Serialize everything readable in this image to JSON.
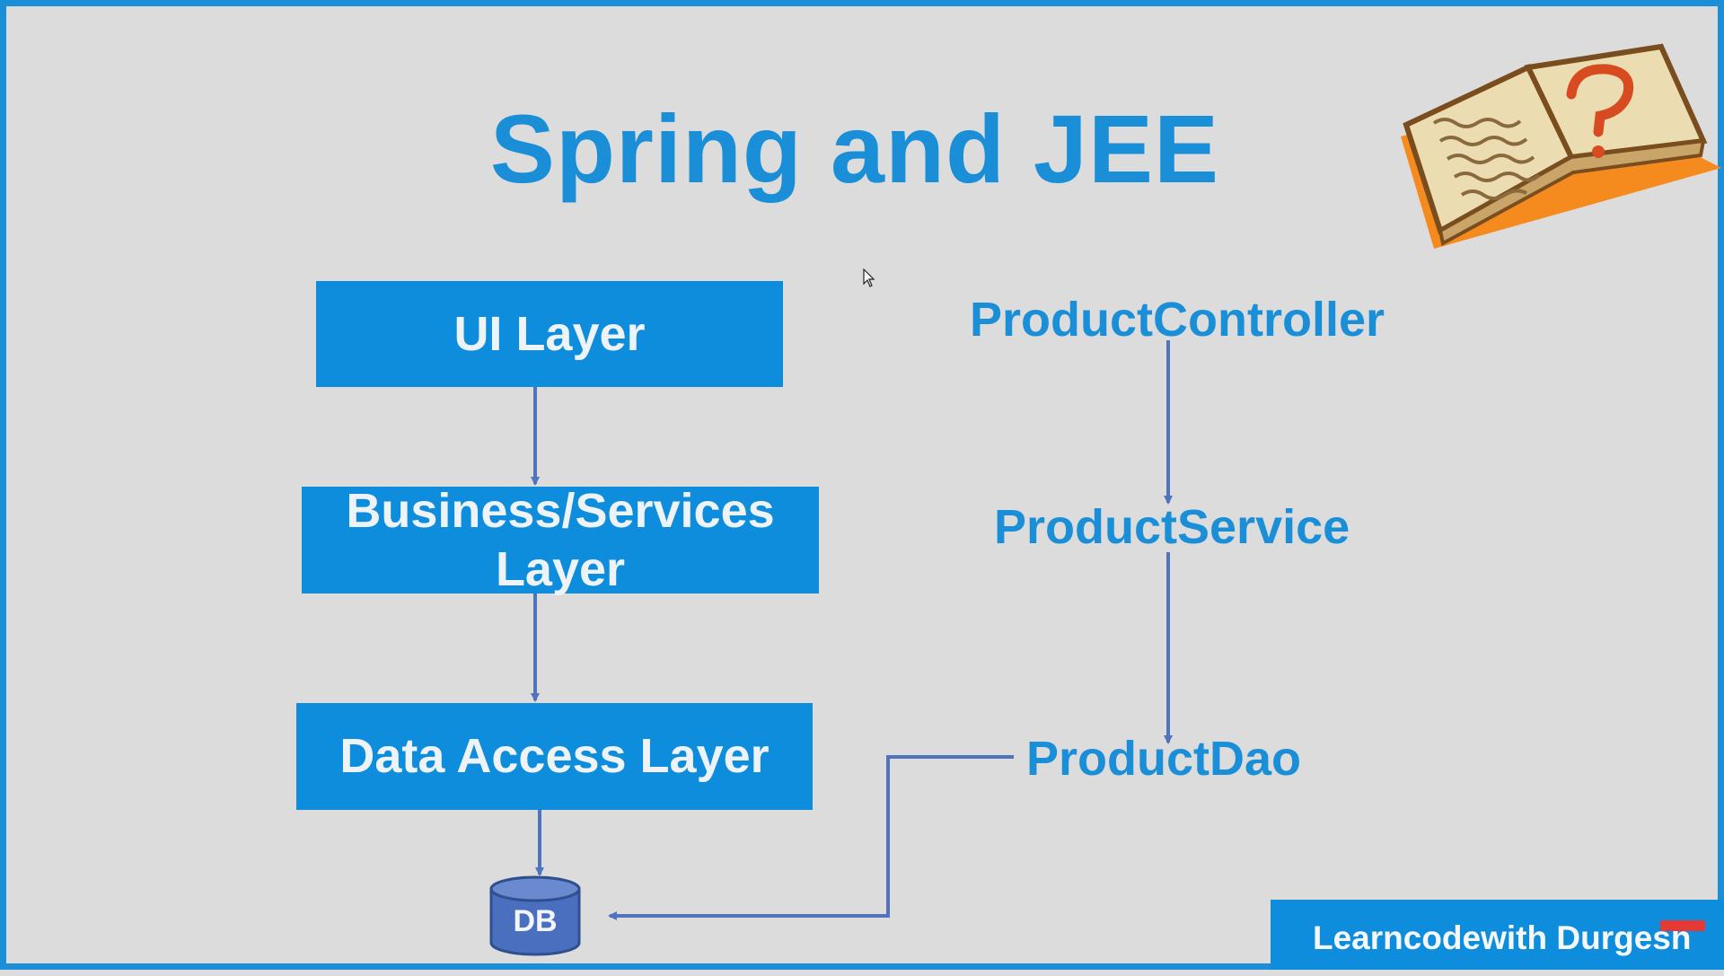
{
  "slide": {
    "title": "Spring and JEE"
  },
  "layers": {
    "ui": "UI Layer",
    "business": "Business/Services Layer",
    "data_access": "Data Access Layer",
    "db": "DB"
  },
  "classes": {
    "controller": "ProductController",
    "service": "ProductService",
    "dao": "ProductDao"
  },
  "branding": {
    "channel": "Learncodewith Durgesh"
  },
  "icons": {
    "book": "question-book-icon",
    "cursor": "mouse-cursor-icon",
    "database": "database-cylinder-icon",
    "subscribe": "subscribe-badge-icon"
  },
  "colors": {
    "accent": "#1a8fd8",
    "box": "#0f8ddd",
    "connector": "#4f73bd",
    "background": "#dcdcdc"
  }
}
